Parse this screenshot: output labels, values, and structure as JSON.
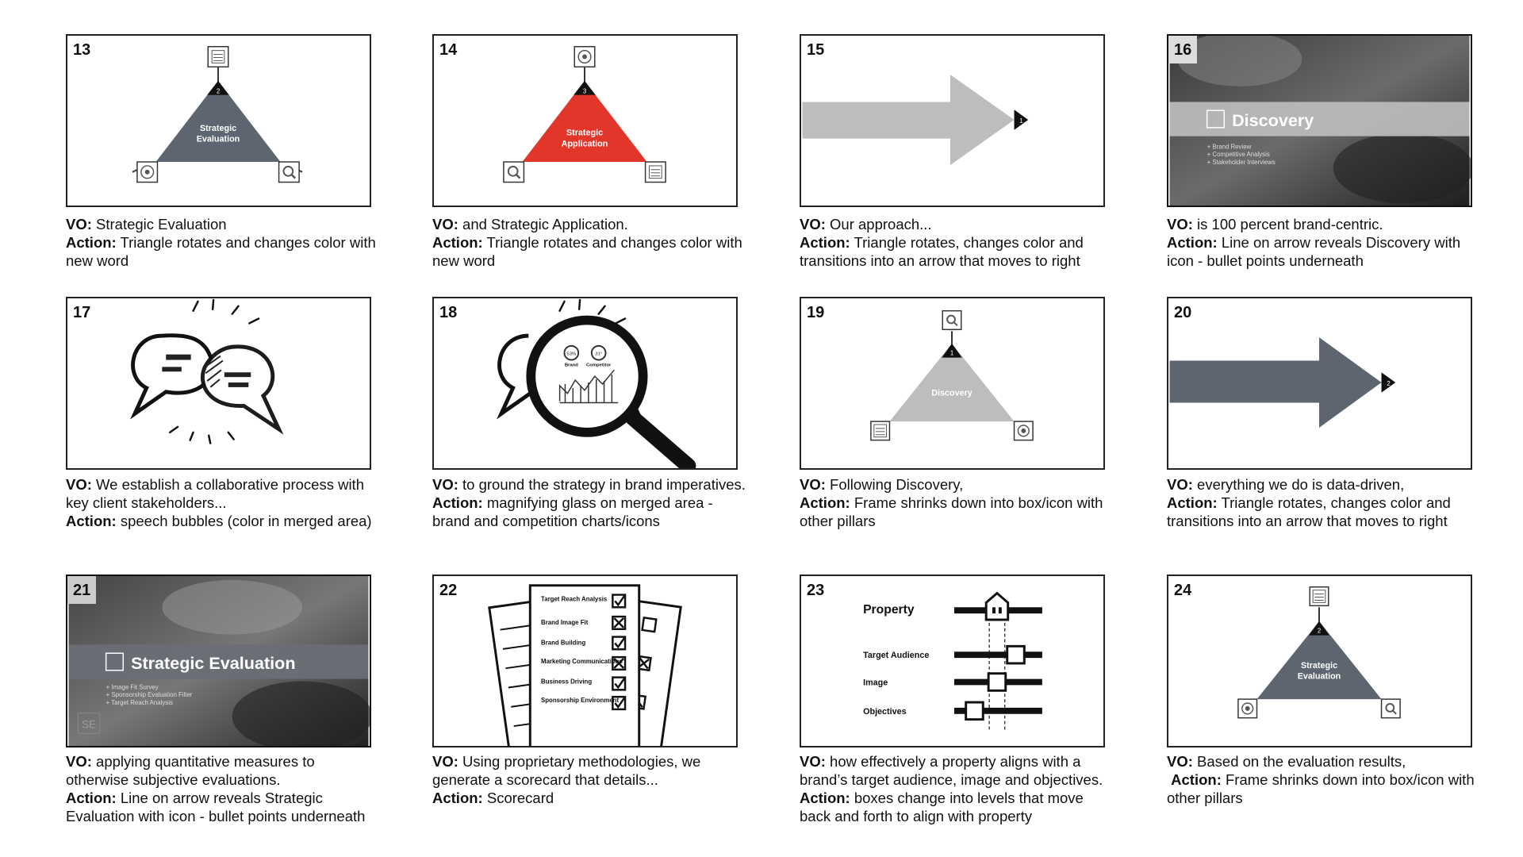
{
  "frames": [
    {
      "num": "13",
      "vo": "Strategic Evaluation",
      "action": "Triangle rotates and changes color with new word",
      "tri_label1": "Strategic",
      "tri_label2": "Evaluation",
      "tip": "2",
      "tri_color": "#5d6670"
    },
    {
      "num": "14",
      "vo": "and Strategic Application.",
      "action": "Triangle rotates and changes color with new word",
      "tri_label1": "Strategic",
      "tri_label2": "Application",
      "tip": "3",
      "tri_color": "#e2362b"
    },
    {
      "num": "15",
      "vo": "Our approach...",
      "action": "Triangle rotates, changes color and transitions into an arrow that moves to right",
      "tip": "1",
      "arrow_color": "#bdbdbd"
    },
    {
      "num": "16",
      "vo": "is 100 percent brand-centric.",
      "action": "Line on arrow reveals Discovery with icon - bullet points underneath",
      "title": "Discovery",
      "bullets": [
        "+ Brand Review",
        "+ Competitive Analysis",
        "+ Stakeholder Interviews"
      ]
    },
    {
      "num": "17",
      "vo": "We establish a collaborative process with key client stakeholders...",
      "action": "speech bubbles (color in merged area)"
    },
    {
      "num": "18",
      "vo": "to ground the strategy in brand imperatives.",
      "action": "magnifying glass on merged area - brand and competition charts/icons",
      "chart_labels": [
        "Brand",
        "Competitor"
      ],
      "chart_values": [
        "53%",
        "31°"
      ]
    },
    {
      "num": "19",
      "vo": "Following Discovery,",
      "action": "Frame shrinks down into box/icon with other pillars",
      "tri_label1": "Discovery",
      "tip": "1",
      "tri_color": "#bdbdbd"
    },
    {
      "num": "20",
      "vo": "everything we do is data-driven,",
      "action": "Triangle rotates, changes color and transitions into an arrow that moves to right",
      "tip": "2",
      "arrow_color": "#5d6670"
    },
    {
      "num": "21",
      "vo": "applying quantitative measures to otherwise subjective evaluations.",
      "action": "Line on arrow reveals Strategic Evaluation with icon - bullet points underneath",
      "title": "Strategic Evaluation",
      "bullets": [
        "+ Image Fit Survey",
        "+ Sponsorship Evaluation Filter",
        "+ Target Reach Analysis"
      ],
      "badge": "SE"
    },
    {
      "num": "22",
      "vo": "Using proprietary methodologies, we generate a scorecard that details...",
      "action": "Scorecard",
      "rows": [
        "Target Reach Analysis",
        "Brand Image Fit",
        "Brand Building",
        "Marketing Communications",
        "Business Driving",
        "Sponsorship Environment"
      ]
    },
    {
      "num": "23",
      "vo": "how effectively a property aligns with a brand’s target audience, image and objectives.",
      "action": "boxes change into levels that move back and forth to align with property",
      "title": "Property",
      "rows": [
        "Target Audience",
        "Image",
        "Objectives"
      ]
    },
    {
      "num": "24",
      "vo": "Based on the evaluation results,",
      "action": "Frame shrinks down into box/icon with other pillars",
      "tri_label1": "Strategic",
      "tri_label2": "Evaluation",
      "tip": "2",
      "tri_color": "#5d6670"
    }
  ],
  "labels": {
    "vo": "VO:",
    "action": "Action:"
  }
}
